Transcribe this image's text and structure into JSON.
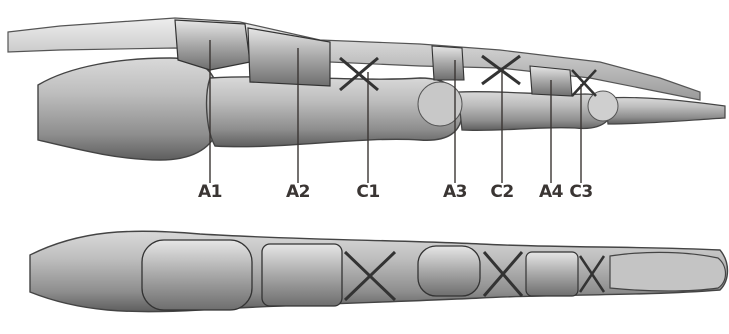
{
  "pulley_labels": [
    "A1",
    "A2",
    "C1",
    "A3",
    "C2",
    "A4",
    "C3"
  ]
}
